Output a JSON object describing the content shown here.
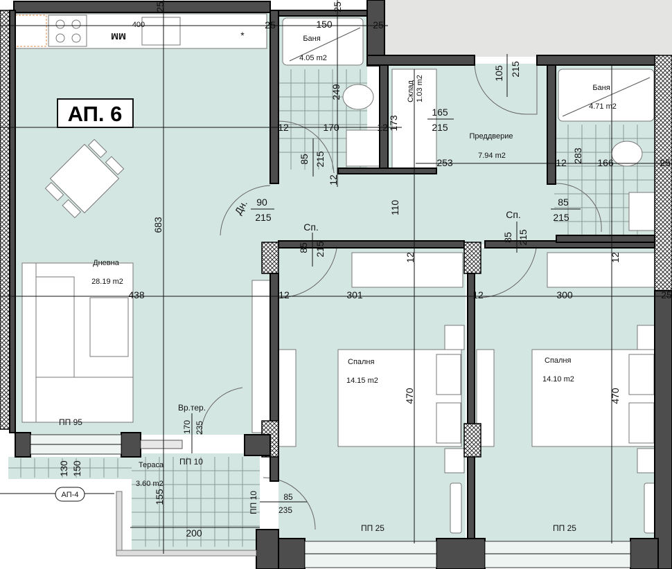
{
  "apartment_label": "АП. 6",
  "neighbor_label": "АП-4",
  "colors": {
    "room_fill": "#d4e6e2",
    "wall": "#4d4d4d",
    "outside": "#e4e4e2"
  },
  "rooms": {
    "living": {
      "name": "Дневна",
      "area": "28.19 m2"
    },
    "bath1": {
      "name": "Баня",
      "area": "4.05 m2"
    },
    "storage": {
      "name": "Склад",
      "area": "1.03 m2"
    },
    "hall": {
      "name": "Преддверие",
      "area": "7.94 m2"
    },
    "bath2": {
      "name": "Баня",
      "area": "4.71 m2"
    },
    "bedroom1": {
      "name": "Спалня",
      "area": "14.15 m2"
    },
    "bedroom2": {
      "name": "Спалня",
      "area": "14.10 m2"
    },
    "terrace": {
      "name": "Тераса",
      "area": "3.60 m2"
    }
  },
  "kitchen_mark": "ММ",
  "star": "*",
  "dimensions": {
    "d400": "400",
    "d25a": "25",
    "d25b": "25",
    "d150": "150",
    "d25c": "25",
    "d25d": "25",
    "d249": "249",
    "d12a": "12",
    "d170": "170",
    "d12b": "12",
    "d173": "173",
    "d253": "253",
    "d12c": "12",
    "d166": "166",
    "d283": "283",
    "d25e": "25",
    "d12d": "12",
    "d110": "110",
    "d683": "683",
    "d438": "438",
    "d12e": "12",
    "d301": "301",
    "d12f": "12",
    "d300": "300",
    "d25f": "25",
    "d12g": "12",
    "d12h": "12",
    "d470a": "470",
    "d470b": "470",
    "d130": "130",
    "d150b": "150",
    "d155": "155",
    "d200": "200"
  },
  "doors": {
    "entry": {
      "w": "105",
      "h": "215"
    },
    "storage": {
      "w": "165",
      "h": "215"
    },
    "bath1": {
      "w": "85",
      "h": "215"
    },
    "living": {
      "tag": "Дн.",
      "w": "90",
      "h": "215"
    },
    "bed1": {
      "tag": "Сп.",
      "w": "85",
      "h": "215"
    },
    "bed2": {
      "tag": "Сп.",
      "w": "85",
      "h": "215"
    },
    "bath2": {
      "w": "85",
      "h": "215"
    },
    "terrace_door": {
      "tag": "Вр.тер.",
      "w": "170",
      "h": "235"
    },
    "terrace_side": {
      "w": "85",
      "h": "235"
    }
  },
  "windows": {
    "living": "ПП 95",
    "terrace_sill": "ПП 10",
    "terrace_side": "ПП 10",
    "bed1": "ПП 25",
    "bed2": "ПП 25"
  }
}
